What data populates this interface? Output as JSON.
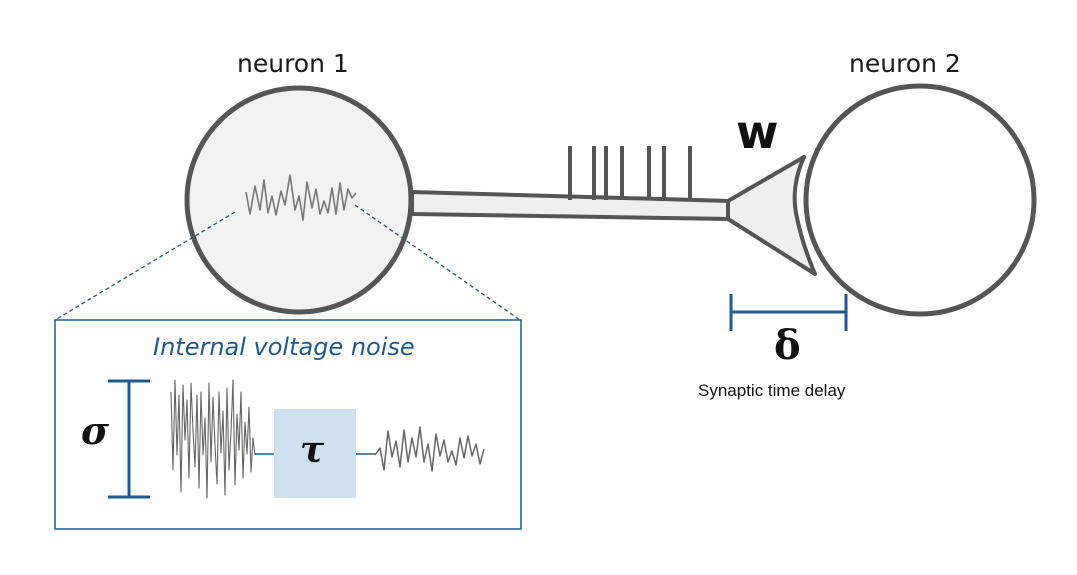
{
  "neuron1": {
    "label": "neuron 1"
  },
  "neuron2": {
    "label": "neuron 2"
  },
  "weight": {
    "symbol": "w"
  },
  "delay": {
    "symbol": "δ",
    "caption": "Synaptic time delay"
  },
  "noise_inset": {
    "title": "Internal voltage noise",
    "sigma": "σ",
    "tau": "τ"
  },
  "colors": {
    "outline": "#555555",
    "neuron_fill": "#f2f2f2",
    "accent_blue": "#1f5a8f",
    "filter_box": "#cfe0f1",
    "trace": "#666666"
  }
}
